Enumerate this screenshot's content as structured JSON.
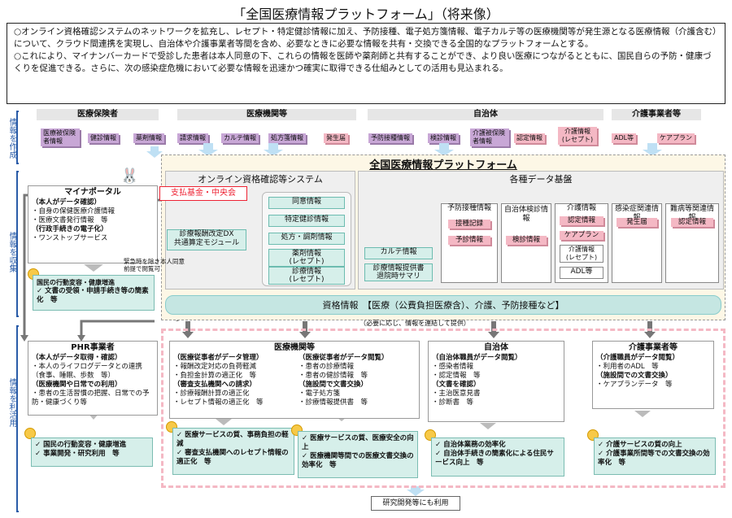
{
  "title": "「全国医療情報プラットフォーム」（将来像）",
  "intro": {
    "p1": "○オンライン資格確認システムのネットワークを拡充し、レセプト・特定健診情報に加え、予防接種、電子処方箋情報、電子カルテ等の医療機関等が発生源となる医療情報（介護含む）について、クラウド間連携を実現し、自治体や介護事業者等間を含め、必要なときに必要な情報を共有・交換できる全国的なプラットフォームとする。",
    "p2": "○これにより、マイナンバーカードで受診した患者は本人同意の下、これらの情報を医師や薬剤師と共有することができ、より良い医療につながるとともに、国民自らの予防・健康づくりを促進できる。さらに、次の感染症危機において必要な情報を迅速かつ確実に取得できる仕組みとしての活用も見込まれる。"
  },
  "side_labels": [
    "情報を作成",
    "情報を収集",
    "情報を利活用"
  ],
  "sources": {
    "hoken": {
      "title": "医療保険者",
      "tags": [
        "医療被保険者情報",
        "健診情報",
        "薬剤情報"
      ]
    },
    "iryo": {
      "title": "医療機関等",
      "tags": [
        "請求情報",
        "カルテ情報",
        "処方箋情報",
        "発生届"
      ]
    },
    "jichitai": {
      "title": "自治体",
      "tags": [
        "予防接種情報",
        "検診情報",
        "介護被保険者情報",
        "認定情報",
        "介護情報(レセプト)"
      ]
    },
    "kaigo": {
      "title": "介護事業者等",
      "tags": [
        "ADL等",
        "ケアプラン"
      ]
    }
  },
  "platform": {
    "title": "全国医療情報プラットフォーム",
    "oq_title": "オンライン資格確認等システム",
    "kikin": "支払基金・中央会",
    "dx": "診療報酬改定DX\n共通算定モジュール",
    "oq_items": [
      "同意情報",
      "特定健診情報",
      "処方・調剤情報",
      "薬剤情報\n(レセプト)",
      "診療情報\n(レセプト)"
    ],
    "karte": "カルテ情報",
    "karte2": "診療情報提供書\n退院時サマリ",
    "kakushu_title": "各種データ基盤",
    "yobo": {
      "title": "予防接種情報",
      "items": [
        "接種記録",
        "予診情報"
      ]
    },
    "kenshin": {
      "title": "自治体検診情報",
      "items": [
        "検診情報"
      ]
    },
    "kaigojoho": {
      "title": "介護情報",
      "items": [
        "認定情報",
        "ケアプラン",
        "介護情報\n(レセプト)",
        "ADL等"
      ]
    },
    "kansen": {
      "title": "感染症関連情報",
      "items": [
        "発生届"
      ]
    },
    "nanbyo": {
      "title": "難病等関連情報",
      "items": [
        "認定情報"
      ]
    },
    "shikaku": "資格情報　【医療（公費負担医療含）、介護、予防接種など】",
    "note": "（必要に応じ、情報を連結して提供）"
  },
  "mynaportal": {
    "title": "マイナポータル",
    "s1": "（本人がデータ確認）",
    "s1_items": [
      "自身の保健医療介護情報",
      "医療文書発行情報　等"
    ],
    "s2": "（行政手続きの電子化）",
    "s2_items": [
      "ワンストップサービス"
    ],
    "small": "緊急時を除き本人同意前提で閲覧可",
    "effect_title": "国民の行動変容・健康増進",
    "effect": "文書の受領・申請手続き等の簡素化　等"
  },
  "phr": {
    "title": "PHR事業者",
    "s1": "（本人がデータ取得・確認）",
    "s1_items": [
      "本人のライフログデータとの連携（食事、睡眠、歩数　等）"
    ],
    "s2": "（医療機関や日常での利用）",
    "s2_items": [
      "患者の生活習慣の把握、日常での予防・健康づくり等"
    ],
    "effect": [
      "国民の行動変容・健康増進",
      "事業開発・研究利用　等"
    ]
  },
  "iryo_use": {
    "title": "医療機関等",
    "a": "（医療従事者がデータ管理）",
    "a_items": [
      "報酬改定対応の負荷軽減",
      "負担金計算の適正化　等"
    ],
    "b": "（審査支払機関への請求）",
    "b_items": [
      "診療報酬計算の適正化",
      "レセプト情報の適正化　等"
    ],
    "c": "（医療従事者がデータ閲覧）",
    "c_items": [
      "患者の診療情報",
      "患者の健診情報　等"
    ],
    "d": "（施設間で文書交換）",
    "d_items": [
      "電子処方箋",
      "診療情報提供書　等"
    ],
    "effect1": [
      "医療サービスの質、事務負担の軽減",
      "審査支払機関へのレセプト情報の適正化　等"
    ],
    "effect2": [
      "医療サービスの質、医療安全の向上",
      "医療機関等間での医療文書交換の効率化　等"
    ]
  },
  "jichitai_use": {
    "title": "自治体",
    "a": "（自治体職員がデータ閲覧）",
    "a_items": [
      "感染者情報",
      "認定情報　等"
    ],
    "b": "（文書を確認）",
    "b_items": [
      "主治医意見書",
      "診断書　等"
    ],
    "effect": [
      "自治体業務の効率化",
      "自治体手続きの簡素化による住民サービス向上　等"
    ]
  },
  "kaigo_use": {
    "title": "介護事業者等",
    "a": "（介護職員がデータ閲覧）",
    "a_items": [
      "利用者のADL　等"
    ],
    "b": "（施設間での文書交換）",
    "b_items": [
      "ケアプランデータ　等"
    ],
    "effect": [
      "介護サービスの質の向上",
      "介護事業所間等での文書交換の効率化　等"
    ]
  },
  "research": "研究開発等にも利用"
}
